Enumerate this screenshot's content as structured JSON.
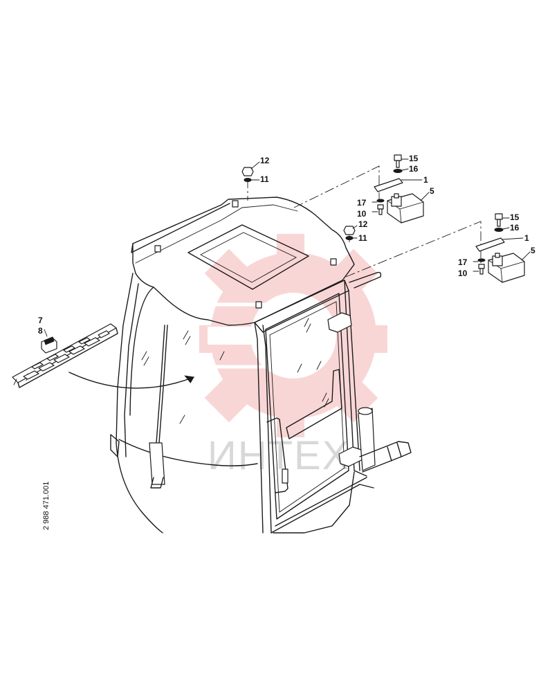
{
  "document_number": "2 988 471.001",
  "watermark_text": "ИНТЕХ",
  "colors": {
    "line": "#1a1a1a",
    "watermark": "#f5c4c4",
    "watermark_text": "#d8d8d8"
  },
  "callouts": [
    {
      "id": "c12a",
      "text": "12"
    },
    {
      "id": "c11a",
      "text": "11"
    },
    {
      "id": "c15a",
      "text": "15"
    },
    {
      "id": "c16a",
      "text": "16"
    },
    {
      "id": "c1a",
      "text": "1"
    },
    {
      "id": "c5a",
      "text": "5"
    },
    {
      "id": "c17a",
      "text": "17"
    },
    {
      "id": "c10a",
      "text": "10"
    },
    {
      "id": "c12b",
      "text": "12"
    },
    {
      "id": "c11b",
      "text": "11"
    },
    {
      "id": "c15b",
      "text": "15"
    },
    {
      "id": "c16b",
      "text": "16"
    },
    {
      "id": "c1b",
      "text": "1"
    },
    {
      "id": "c5b",
      "text": "5"
    },
    {
      "id": "c17b",
      "text": "17"
    },
    {
      "id": "c10b",
      "text": "10"
    },
    {
      "id": "c7",
      "text": "7"
    },
    {
      "id": "c8",
      "text": "8"
    }
  ]
}
